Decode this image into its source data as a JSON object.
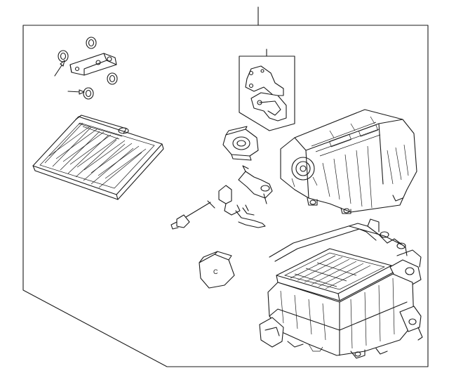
{
  "diagram": {
    "type": "exploded-parts-view",
    "line_color": "#1a1a1a",
    "background": "#ffffff",
    "motor_marking": "C",
    "parts": [
      "top-callout-line",
      "parts-panel",
      "drain-hose-seals",
      "heater-core",
      "pipe-seal-bracket-callout",
      "mode-door-actuator",
      "upper-case-housing",
      "actuator-lever",
      "temperature-sensor",
      "clamp-wire",
      "blend-motor",
      "lower-case-assembly"
    ]
  }
}
